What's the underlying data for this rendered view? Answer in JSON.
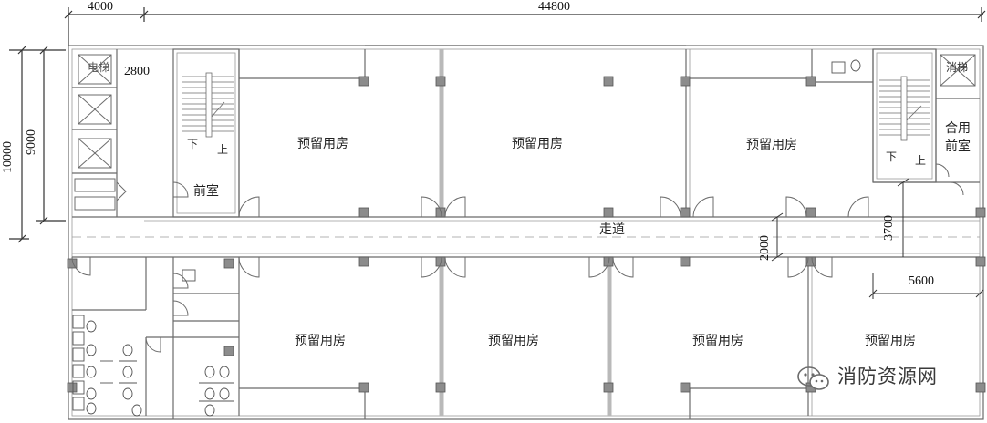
{
  "dimensions": {
    "top_left": "4000",
    "top_total": "44800",
    "left_outer": "10000",
    "left_inner": "9000",
    "elevator_depth": "2800",
    "corridor_width": "2000",
    "right_depth": "3700",
    "right_width": "5600"
  },
  "rooms": {
    "upper_1": "预留用房",
    "upper_2": "预留用房",
    "upper_3": "预留用房",
    "lower_1": "预留用房",
    "lower_2": "预留用房",
    "lower_3": "预留用房",
    "lower_4": "预留用房",
    "corridor": "走道",
    "left_anteroom": "前室",
    "right_anteroom_line1": "合用",
    "right_anteroom_line2": "前室"
  },
  "stairs": {
    "left_down": "下",
    "left_up": "上",
    "right_down": "下",
    "right_up": "上"
  },
  "lifts": {
    "lift_label": "电梯",
    "fire_lift_label": "消梯"
  },
  "watermark": {
    "text": "消防资源网",
    "icon": "wechat-icon"
  },
  "colors": {
    "wall": "#6b6b6b",
    "column": "#8c8c8c",
    "partition": "#b9b9b9",
    "axis": "#9a9a9a"
  }
}
